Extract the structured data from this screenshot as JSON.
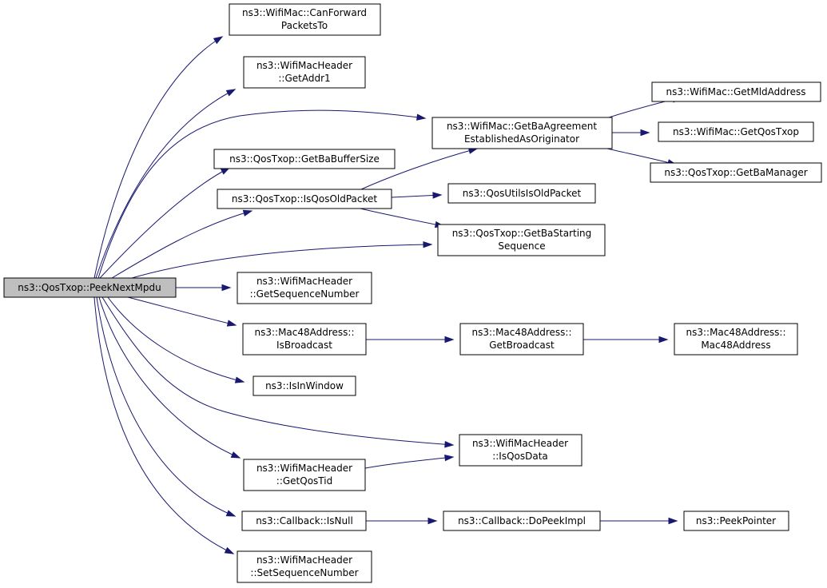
{
  "root": {
    "label": "ns3::QosTxop::PeekNextMpdu"
  },
  "nodes": {
    "canForward": {
      "lines": [
        "ns3::WifiMac::CanForward",
        "PacketsTo"
      ]
    },
    "getAddr1": {
      "lines": [
        "ns3::WifiMacHeader",
        "::GetAddr1"
      ]
    },
    "getBaAgreement": {
      "lines": [
        "ns3::WifiMac::GetBaAgreement",
        "EstablishedAsOriginator"
      ]
    },
    "getMldAddress": {
      "lines": [
        "ns3::WifiMac::GetMldAddress"
      ]
    },
    "getQosTxop": {
      "lines": [
        "ns3::WifiMac::GetQosTxop"
      ]
    },
    "getBaManager": {
      "lines": [
        "ns3::QosTxop::GetBaManager"
      ]
    },
    "getBaBufferSize": {
      "lines": [
        "ns3::QosTxop::GetBaBufferSize"
      ]
    },
    "isQosOldPacket": {
      "lines": [
        "ns3::QosTxop::IsQosOldPacket"
      ]
    },
    "qosUtilsIsOldPacket": {
      "lines": [
        "ns3::QosUtilsIsOldPacket"
      ]
    },
    "getBaStartingSeq": {
      "lines": [
        "ns3::QosTxop::GetBaStarting",
        "Sequence"
      ]
    },
    "getSeqNumber": {
      "lines": [
        "ns3::WifiMacHeader",
        "::GetSequenceNumber"
      ]
    },
    "isBroadcast": {
      "lines": [
        "ns3::Mac48Address::",
        "IsBroadcast"
      ]
    },
    "getBroadcast": {
      "lines": [
        "ns3::Mac48Address::",
        "GetBroadcast"
      ]
    },
    "mac48Address": {
      "lines": [
        "ns3::Mac48Address::",
        "Mac48Address"
      ]
    },
    "isInWindow": {
      "lines": [
        "ns3::IsInWindow"
      ]
    },
    "isQosData": {
      "lines": [
        "ns3::WifiMacHeader",
        "::IsQosData"
      ]
    },
    "getQosTid": {
      "lines": [
        "ns3::WifiMacHeader",
        "::GetQosTid"
      ]
    },
    "isNull": {
      "lines": [
        "ns3::Callback::IsNull"
      ]
    },
    "doPeekImpl": {
      "lines": [
        "ns3::Callback::DoPeekImpl"
      ]
    },
    "peekPointer": {
      "lines": [
        "ns3::PeekPointer"
      ]
    },
    "setSeqNumber": {
      "lines": [
        "ns3::WifiMacHeader",
        "::SetSequenceNumber"
      ]
    }
  },
  "edges": [
    [
      "root",
      "canForward"
    ],
    [
      "root",
      "getAddr1"
    ],
    [
      "root",
      "getBaAgreement"
    ],
    [
      "root",
      "getBaBufferSize"
    ],
    [
      "root",
      "isQosOldPacket"
    ],
    [
      "root",
      "getBaStartingSeq"
    ],
    [
      "root",
      "getSeqNumber"
    ],
    [
      "root",
      "isBroadcast"
    ],
    [
      "root",
      "isInWindow"
    ],
    [
      "root",
      "isQosData"
    ],
    [
      "root",
      "getQosTid"
    ],
    [
      "root",
      "isNull"
    ],
    [
      "root",
      "setSeqNumber"
    ],
    [
      "getBaAgreement",
      "getMldAddress"
    ],
    [
      "getBaAgreement",
      "getQosTxop"
    ],
    [
      "getBaAgreement",
      "getBaManager"
    ],
    [
      "isQosOldPacket",
      "getBaAgreement"
    ],
    [
      "isQosOldPacket",
      "qosUtilsIsOldPacket"
    ],
    [
      "isQosOldPacket",
      "getBaStartingSeq"
    ],
    [
      "isBroadcast",
      "getBroadcast"
    ],
    [
      "getBroadcast",
      "mac48Address"
    ],
    [
      "getQosTid",
      "isQosData"
    ],
    [
      "isNull",
      "doPeekImpl"
    ],
    [
      "doPeekImpl",
      "peekPointer"
    ]
  ],
  "colors": {
    "edge": "#191970",
    "rootFill": "#bfbfbf",
    "nodeFill": "#ffffff",
    "nodeStroke": "#000000"
  }
}
